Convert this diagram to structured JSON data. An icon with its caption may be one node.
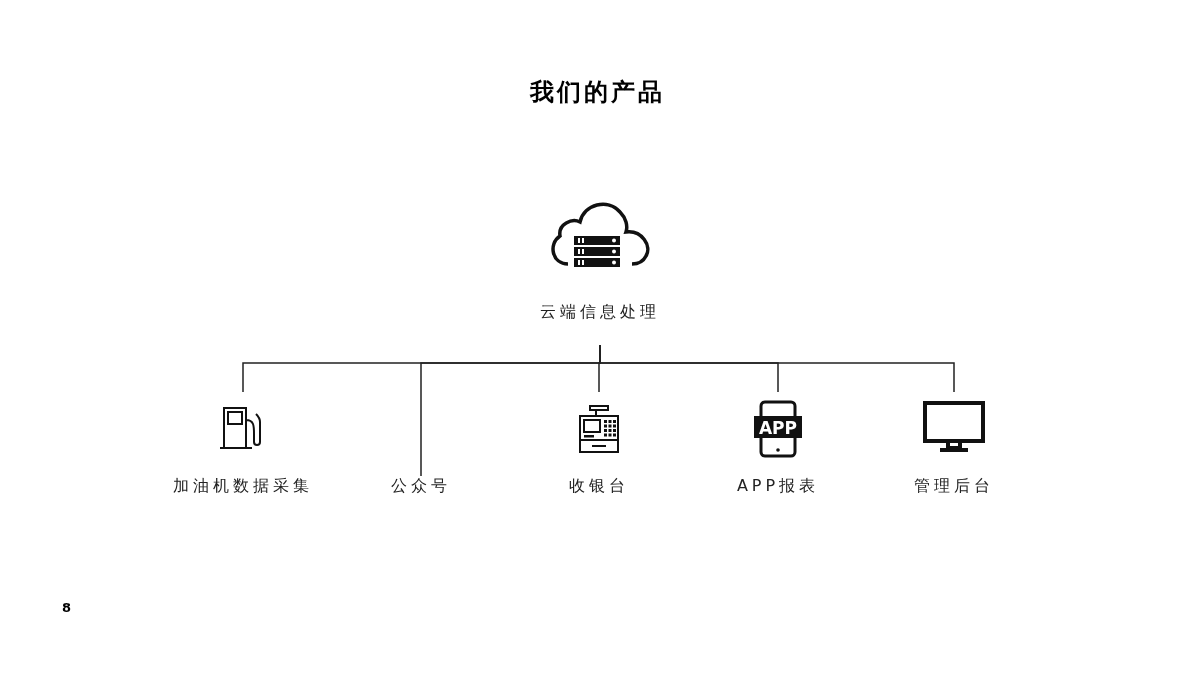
{
  "diagram": {
    "title": "我们的产品",
    "nodes": [
      {
        "text": [
          "云端信息处理"
        ]
      },
      {
        "text": [
          "加油机数据采集"
        ]
      },
      {
        "text": [
          "公众号"
        ]
      },
      {
        "text": [
          "收银台"
        ]
      },
      {
        "text": [
          "APP",
          "APP报表"
        ]
      },
      {
        "text": [
          "管理后台"
        ]
      }
    ],
    "edges": [
      {
        "from": 0,
        "to": 1,
        "arrow": "none"
      },
      {
        "from": 0,
        "to": 2,
        "arrow": "none"
      },
      {
        "from": 0,
        "to": 3,
        "arrow": "none"
      },
      {
        "from": 0,
        "to": 4,
        "arrow": "none"
      },
      {
        "from": 0,
        "to": 5,
        "arrow": "none"
      }
    ],
    "labels": [
      "8"
    ]
  }
}
